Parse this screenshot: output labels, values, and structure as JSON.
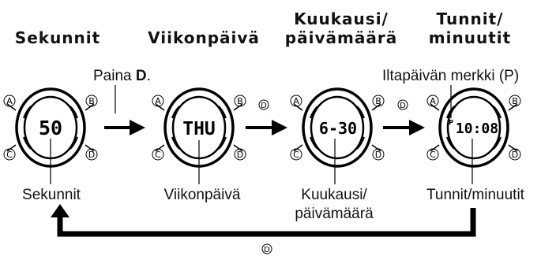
{
  "headings": [
    {
      "lines": [
        "Sekunnit"
      ]
    },
    {
      "lines": [
        "Viikonpäivä"
      ]
    },
    {
      "lines": [
        "Kuukausi/",
        "päivämäärä"
      ]
    },
    {
      "lines": [
        "Tunnit/",
        "minuutit"
      ]
    }
  ],
  "press_note": {
    "prefix": "Paina ",
    "key": "D",
    "suffix": "."
  },
  "pm_note": "Iltapäivän merkki (P)",
  "watches": [
    {
      "display": "50"
    },
    {
      "display": "THU"
    },
    {
      "display": "6-30"
    },
    {
      "display": "10:08",
      "pm_mark": "P"
    }
  ],
  "button_letters": {
    "tl": "A",
    "tr": "B",
    "bl": "C",
    "br": "D"
  },
  "arrow_button": "D",
  "captions": [
    {
      "lines": [
        "Sekunnit"
      ]
    },
    {
      "lines": [
        "Viikonpäivä"
      ]
    },
    {
      "lines": [
        "Kuukausi/",
        "päivämäärä"
      ]
    },
    {
      "lines": [
        "Tunnit/minuutit"
      ]
    }
  ],
  "return_button": "D"
}
